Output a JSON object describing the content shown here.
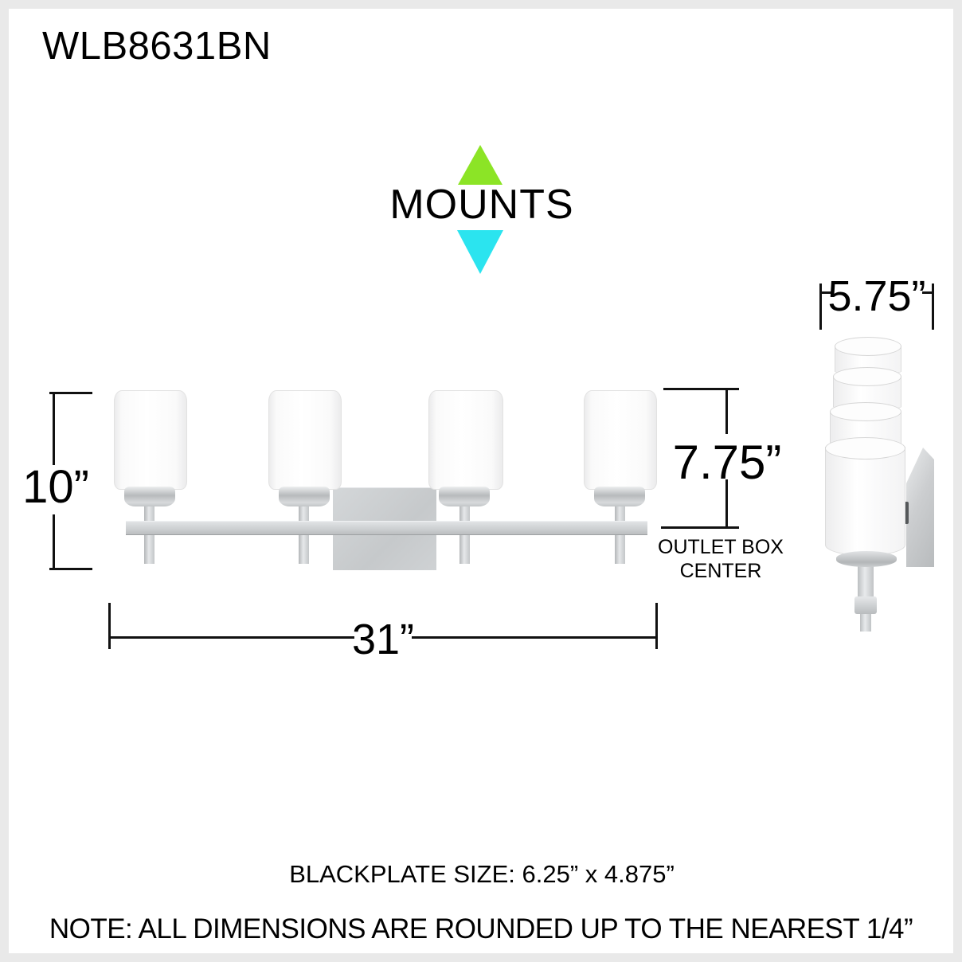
{
  "header": {
    "model": "WLB8631BN"
  },
  "mounts": {
    "label": "MOUNTS",
    "up_arrow_color": "#8CE426",
    "down_arrow_color": "#2BE4EF"
  },
  "front_view": {
    "height_label": "10”",
    "width_label": "31”",
    "outlet_height_label": "7.75”",
    "outlet_box_label_line1": "OUTLET BOX",
    "outlet_box_label_line2": "CENTER",
    "lights_count": 4
  },
  "side_view": {
    "depth_label": "5.75”"
  },
  "footer": {
    "backplate_note": "BLACKPLATE SIZE: 6.25” x 4.875”",
    "rounding_note": "NOTE: ALL DIMENSIONS ARE ROUNDED UP TO THE NEAREST 1/4”"
  },
  "colors": {
    "dimension_line": "#111111",
    "metal_gray": "#c9ccce",
    "frame_border": "#e9e9e9"
  }
}
